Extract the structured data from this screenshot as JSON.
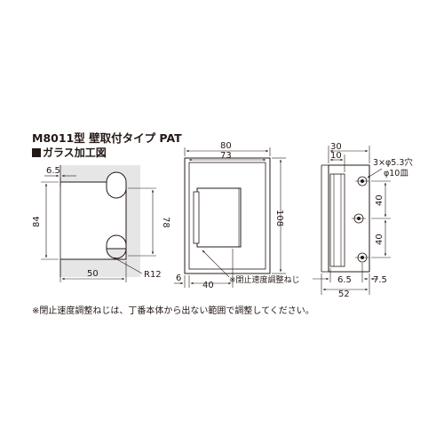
{
  "title": "M8011型 壁取付タイプ PAT",
  "subtitle": "ガラス加工図",
  "footnote": "※閉止速度調整ねじは、丁番本体から出ない範囲で調整してください。",
  "glass_view": {
    "dim_top": "6.5",
    "dim_height": "84",
    "dim_notch": "78",
    "dim_width": "50",
    "dim_radius": "R12"
  },
  "front_view": {
    "dim_overall_width": "80",
    "dim_body_width": "73",
    "dim_height": "108",
    "dim_offset": "6",
    "dim_depth": "40",
    "screw_note": "※閉止速度調整ねじ"
  },
  "side_view": {
    "dim_top_overall": "30",
    "dim_top_inner": "10",
    "hole_note_1": "3×φ5.3穴",
    "hole_note_2": "φ10皿",
    "dim_pitch_1": "40",
    "dim_pitch_2": "40",
    "dim_left_bottom": "6.5",
    "dim_right_bottom": "7.5",
    "dim_bottom_overall": "52"
  },
  "colors": {
    "line": "#231815",
    "glass_fill": "#e6e6e6"
  }
}
